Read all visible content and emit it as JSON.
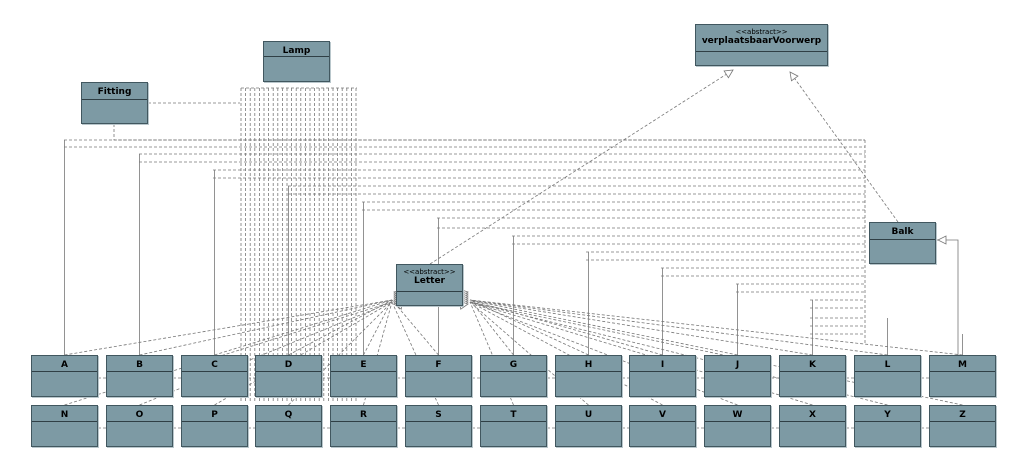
{
  "classes": {
    "lamp": {
      "name": "Lamp"
    },
    "fitting": {
      "name": "Fitting"
    },
    "voorwerp": {
      "stereotype": "<<abstract>>",
      "name": "verplaatsbaarVoorwerp"
    },
    "letter": {
      "stereotype": "<<abstract>>",
      "name": "Letter"
    },
    "balk": {
      "name": "Balk"
    }
  },
  "letters_row1": [
    "A",
    "B",
    "C",
    "D",
    "E",
    "F",
    "G",
    "H",
    "I",
    "J",
    "K",
    "L",
    "M"
  ],
  "letters_row2": [
    "N",
    "O",
    "P",
    "Q",
    "R",
    "S",
    "T",
    "U",
    "V",
    "W",
    "X",
    "Y",
    "Z"
  ],
  "colors": {
    "class_fill": "#7d9aa4",
    "class_border": "#41575f",
    "line": "#777777"
  }
}
